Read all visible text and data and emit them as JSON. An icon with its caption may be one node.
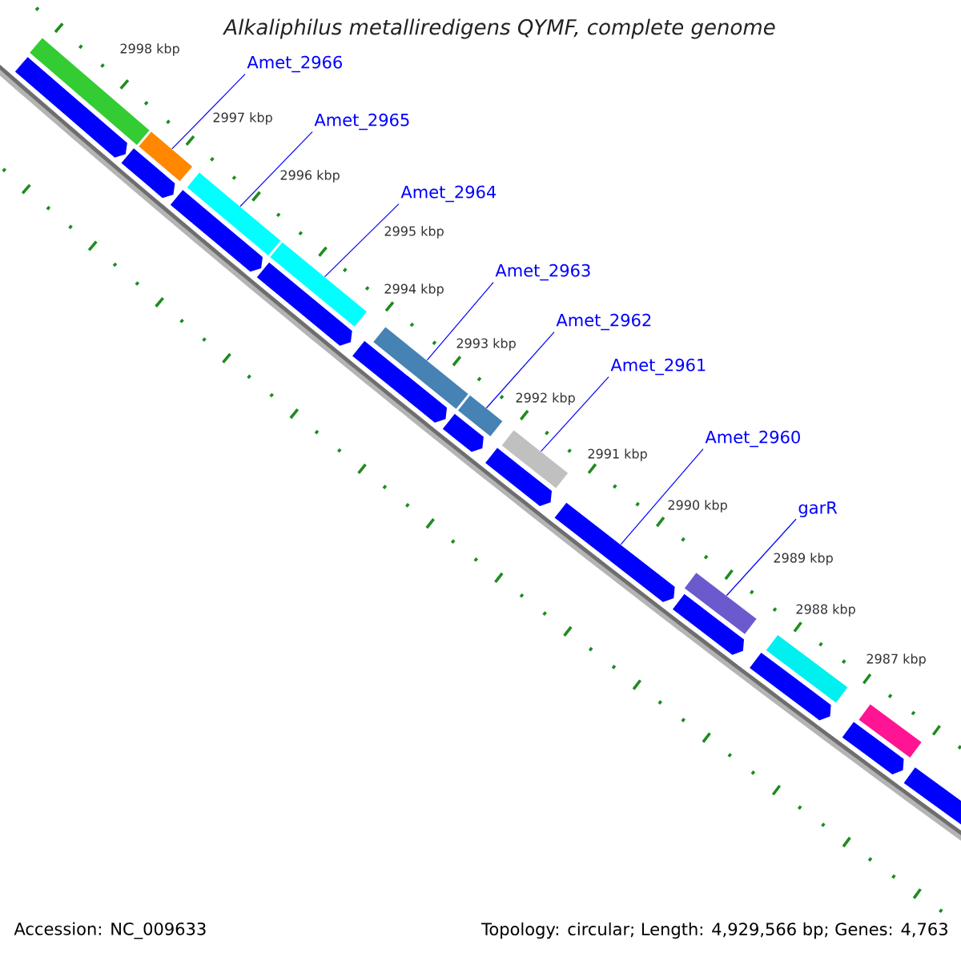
{
  "diagram": {
    "title": "Alkaliphilus metalliredigens QYMF, complete genome",
    "nodes": [
      {
        "text": [
          "Amet_2966"
        ]
      },
      {
        "text": [
          "Amet_2965"
        ]
      },
      {
        "text": [
          "Amet_2964"
        ]
      },
      {
        "text": [
          "Amet_2963"
        ]
      },
      {
        "text": [
          "Amet_2962"
        ]
      },
      {
        "text": [
          "Amet_2961"
        ]
      },
      {
        "text": [
          "Amet_2960"
        ]
      },
      {
        "text": [
          "garR"
        ]
      },
      {
        "text": [],
        "shape": "bar"
      },
      {
        "text": [],
        "shape": "bar"
      },
      {
        "text": [],
        "shape": "bar"
      },
      {
        "text": [],
        "shape": "bar"
      },
      {
        "text": [],
        "shape": "bar"
      },
      {
        "text": [],
        "shape": "bar"
      },
      {
        "text": [],
        "shape": "bar"
      },
      {
        "text": [],
        "shape": "bar"
      },
      {
        "text": [],
        "shape": "bar"
      },
      {
        "text": [],
        "shape": "bar"
      },
      {
        "text": [],
        "shape": "pentagon"
      },
      {
        "text": [],
        "shape": "pentagon"
      },
      {
        "text": [],
        "shape": "pentagon"
      },
      {
        "text": [],
        "shape": "pentagon"
      },
      {
        "text": [],
        "shape": "pentagon"
      },
      {
        "text": [],
        "shape": "pentagon"
      },
      {
        "text": [],
        "shape": "pentagon"
      },
      {
        "text": [],
        "shape": "pentagon"
      },
      {
        "text": [],
        "shape": "pentagon"
      },
      {
        "text": [],
        "shape": "pentagon"
      },
      {
        "text": [],
        "shape": "pentagon"
      },
      {
        "text": [],
        "shape": "pentagon"
      }
    ],
    "edges": [
      {
        "from": 0,
        "to": 9,
        "arrow": "none"
      },
      {
        "from": 1,
        "to": 10,
        "arrow": "none"
      },
      {
        "from": 2,
        "to": 11,
        "arrow": "none"
      },
      {
        "from": 3,
        "to": 12,
        "arrow": "none"
      },
      {
        "from": 4,
        "to": 13,
        "arrow": "none"
      },
      {
        "from": 5,
        "to": 14,
        "arrow": "none"
      },
      {
        "from": 6,
        "to": 25,
        "arrow": "none"
      },
      {
        "from": 7,
        "to": 15,
        "arrow": "none"
      }
    ],
    "labels": [
      "2998 kbp",
      "2997 kbp",
      "2996 kbp",
      "2995 kbp",
      "2994 kbp",
      "2993 kbp",
      "2992 kbp",
      "2991 kbp",
      "2990 kbp",
      "2989 kbp",
      "2988 kbp",
      "2987 kbp",
      "Accession: NC_009633",
      "Topology: circular; Length: 4,929,566 bp; Genes: 4,763"
    ]
  }
}
